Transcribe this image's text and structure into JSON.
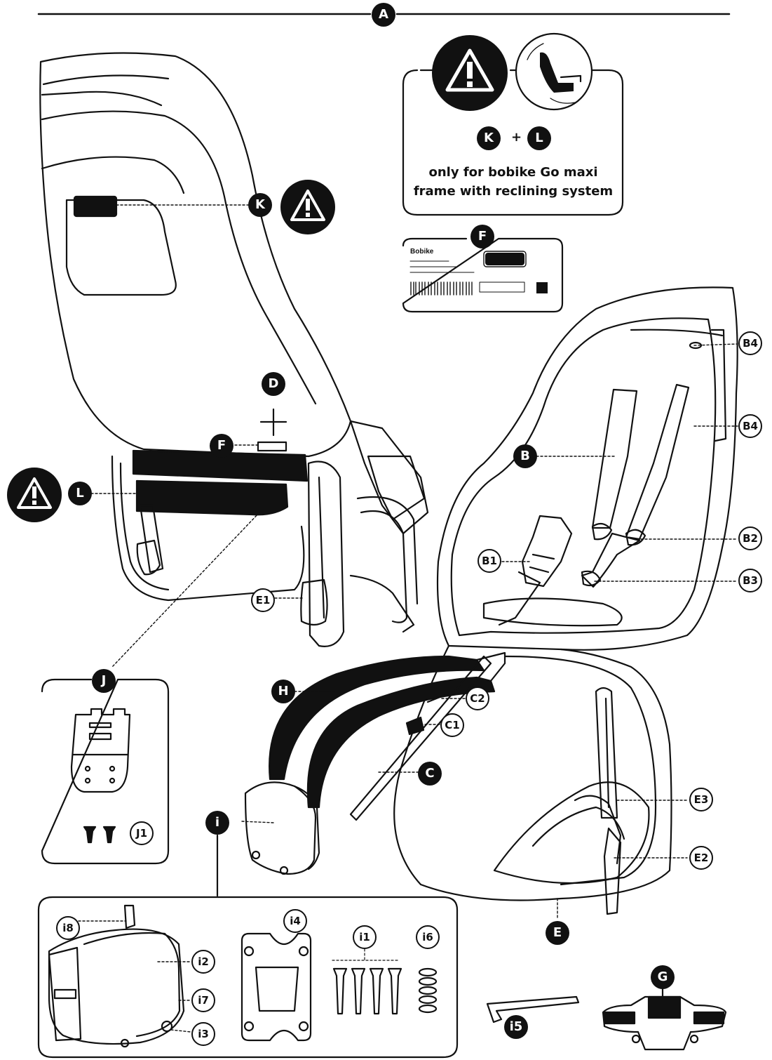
{
  "labels": {
    "A": "A",
    "K": "K",
    "L": "L",
    "F": "F",
    "D": "D",
    "E1": "E1",
    "J": "J",
    "J1": "J1",
    "H": "H",
    "C": "C",
    "C1": "C1",
    "C2": "C2",
    "i": "i",
    "B": "B",
    "B1": "B1",
    "B2": "B2",
    "B3": "B3",
    "B4": "B4",
    "E": "E",
    "E2": "E2",
    "E3": "E3",
    "G": "G",
    "i1": "i1",
    "i2": "i2",
    "i3": "i3",
    "i4": "i4",
    "i5": "i5",
    "i6": "i6",
    "i7": "i7",
    "i8": "i8"
  },
  "warning_card": {
    "label_k": "K",
    "plus": "+",
    "label_l": "L",
    "text_line1": "only for bobike Go maxi",
    "text_line2": "frame with  reclining system"
  },
  "sticker": {
    "brand": "Bobike"
  },
  "icons": [
    "warning-icon",
    "reclining-seat-icon",
    "barcode-icon",
    "qr-code-icon",
    "gs-certification-icon"
  ]
}
